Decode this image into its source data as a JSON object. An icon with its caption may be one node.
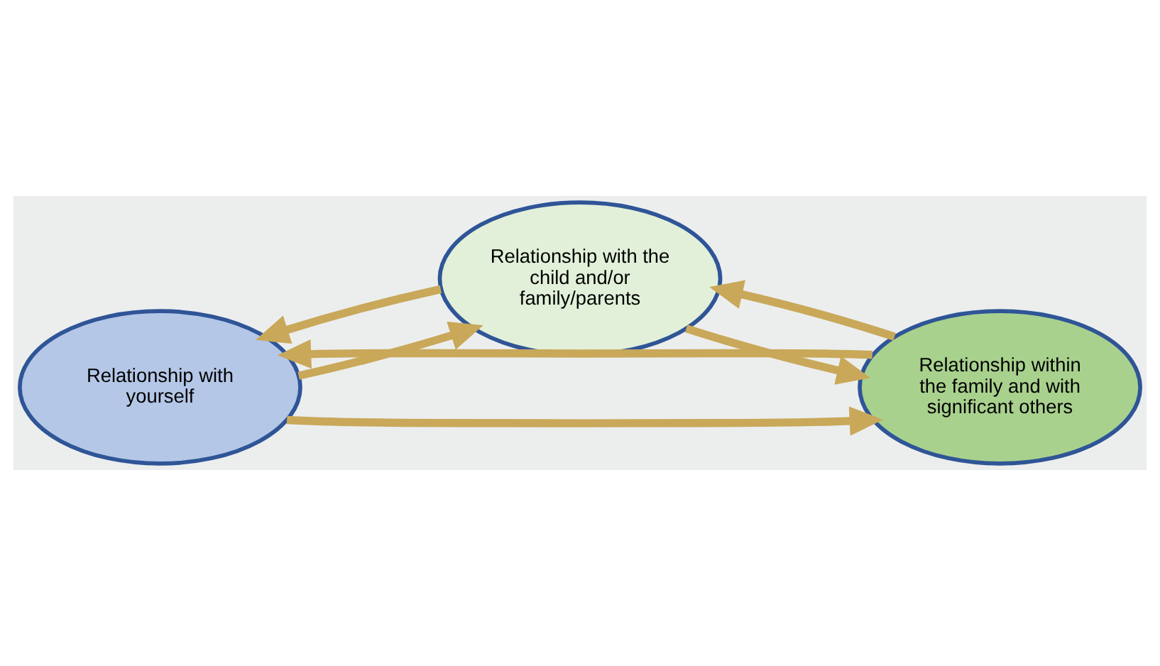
{
  "diagram": {
    "nodes": [
      {
        "text": [
          "Relationship with yourself"
        ]
      },
      {
        "text": [
          "Relationship with the child and/or family/parents"
        ]
      },
      {
        "text": [
          "Relationship within the family and with significant others"
        ]
      }
    ],
    "edges": [
      {
        "from": 0,
        "to": 2,
        "arrow": "to"
      },
      {
        "from": 0,
        "to": 1,
        "arrow": "to"
      },
      {
        "from": 1,
        "to": 2,
        "arrow": "to"
      },
      {
        "from": 1,
        "to": 0,
        "arrow": "to"
      },
      {
        "from": 2,
        "to": 1,
        "arrow": "to"
      },
      {
        "from": 2,
        "to": 0,
        "arrow": "to"
      }
    ]
  }
}
